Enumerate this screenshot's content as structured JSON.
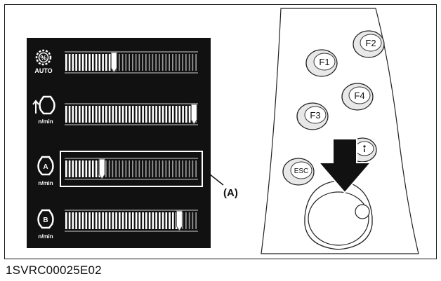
{
  "caption": "1SVRC00025E02",
  "callout_label": "(A)",
  "panel": {
    "background": "#111111",
    "bars": [
      {
        "icon": "throttle-percent-icon",
        "icon_label": "AUTO",
        "level": 0.37,
        "highlighted": false
      },
      {
        "icon": "engine-speed-max-icon",
        "icon_label": "n/min",
        "level": 0.97,
        "highlighted": false
      },
      {
        "icon": "engine-speed-a-icon",
        "icon_label": "n/min",
        "level": 0.28,
        "highlighted": true
      },
      {
        "icon": "engine-speed-b-icon",
        "icon_label": "n/min",
        "level": 0.86,
        "highlighted": false
      }
    ],
    "icon_glyphs": {
      "percent": "%",
      "a": "A",
      "b": "B"
    }
  },
  "keypad": {
    "keys": {
      "f1": "F1",
      "f2": "F2",
      "f3": "F3",
      "f4": "F4",
      "esc": "ESC"
    }
  }
}
